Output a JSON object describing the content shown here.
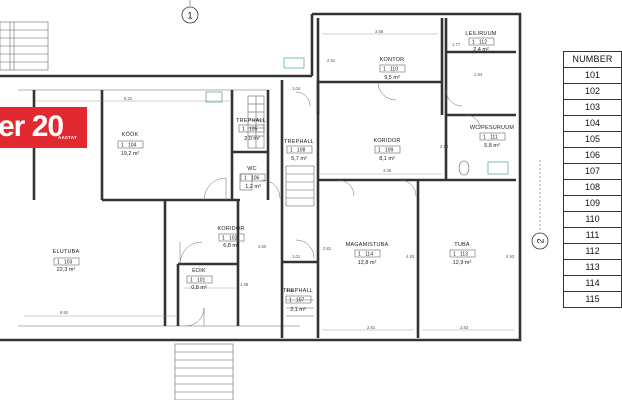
{
  "badge": {
    "text": "er 20",
    "subtext": "AASTAT"
  },
  "grid_markers": [
    "1",
    "2"
  ],
  "rooms": [
    {
      "name": "KÖÖK",
      "number": "104",
      "area": "19,2 m²"
    },
    {
      "name": "ELUTUBA",
      "number": "103",
      "area": "22,3 m²"
    },
    {
      "name": "KORIDOR",
      "number": "102",
      "area": "6,8 m²"
    },
    {
      "name": "EDIK",
      "number": "101",
      "area": "0,8 m²"
    },
    {
      "name": "WC",
      "number": "106",
      "area": "1,2 m²"
    },
    {
      "name": "TREPHALL",
      "number": "105",
      "area": "2,0 m²"
    },
    {
      "name": "TREPHALL",
      "number": "108",
      "area": "5,7 m²"
    },
    {
      "name": "TREPHALL",
      "number": "107",
      "area": "2,1 m²"
    },
    {
      "name": "KONTOR",
      "number": "110",
      "area": "9,5 m²"
    },
    {
      "name": "LEILIRUUM",
      "number": "112",
      "area": "2,4 m²"
    },
    {
      "name": "KORIDOR",
      "number": "109",
      "area": "8,1 m²"
    },
    {
      "name": "WC/PESURUUM",
      "number": "111",
      "area": "5,8 m²"
    },
    {
      "name": "MAGAMISTUBA",
      "number": "114",
      "area": "12,8 m²"
    },
    {
      "name": "TUBA",
      "number": "113",
      "area": "12,9 m²"
    }
  ],
  "dimensions": [
    "6.22",
    "3.66",
    "1.77",
    "1.84",
    "3.36",
    "1.04",
    "2.81",
    "2.60",
    "6.92",
    "1.38",
    "1.01",
    "2.93",
    "2.81",
    "2.83",
    "4.93",
    "4.93",
    "2.81",
    "0.93"
  ],
  "legend": {
    "header": "NUMBER",
    "items": [
      "101",
      "102",
      "103",
      "104",
      "105",
      "106",
      "107",
      "108",
      "109",
      "110",
      "111",
      "112",
      "113",
      "114",
      "115"
    ]
  }
}
